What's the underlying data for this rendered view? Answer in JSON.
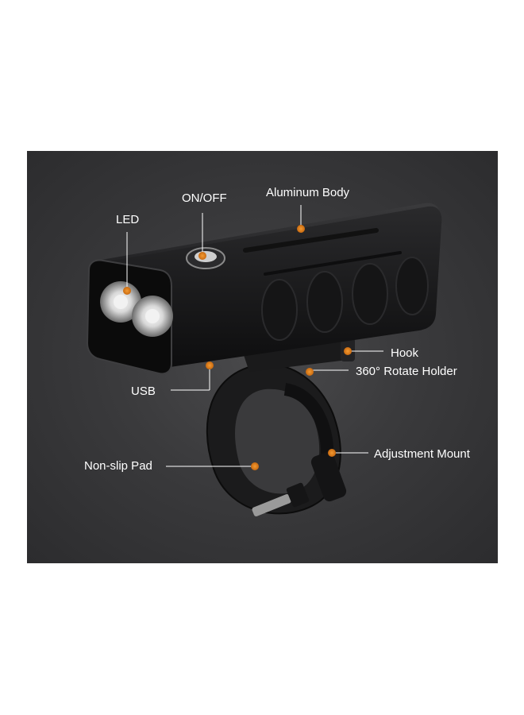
{
  "callouts": {
    "on_off": "ON/OFF",
    "aluminum_body": "Aluminum Body",
    "led": "LED",
    "hook": "Hook",
    "rotate_holder": "360° Rotate Holder",
    "usb": "USB",
    "non_slip_pad": "Non-slip Pad",
    "adjustment_mount": "Adjustment Mount"
  },
  "colors": {
    "panel_background": "#3a3a3c",
    "callout_dot": "#e8841a",
    "leader_line": "#ffffff",
    "label_text": "#ffffff"
  }
}
